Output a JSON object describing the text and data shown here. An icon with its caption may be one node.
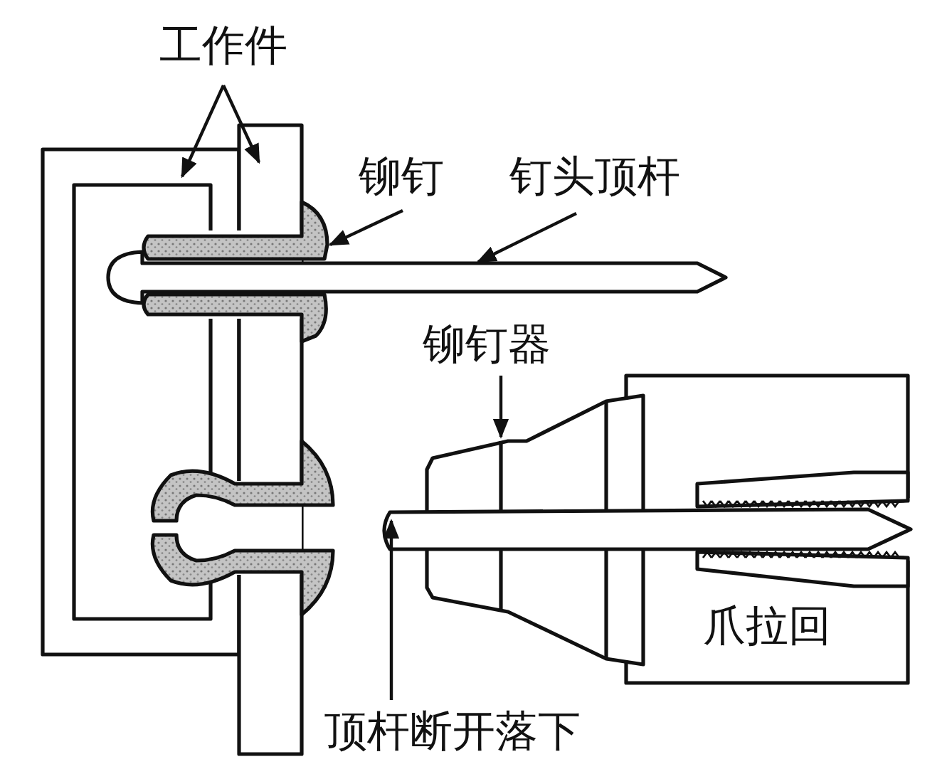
{
  "diagram": {
    "nodes": [
      {
        "text": [
          "工作件"
        ]
      },
      {
        "text": [],
        "shape": "box"
      },
      {
        "text": [],
        "shape": "box"
      },
      {
        "text": [
          "铆钉"
        ]
      },
      {
        "text": [],
        "shape": "picture"
      },
      {
        "text": [
          "钉头顶杆"
        ]
      },
      {
        "text": [],
        "shape": "picture"
      },
      {
        "text": [
          "铆钉器"
        ]
      },
      {
        "text": [],
        "shape": "picture"
      },
      {
        "text": [
          "顶杆断开落下"
        ]
      },
      {
        "text": [],
        "shape": "picture"
      }
    ],
    "edges": [
      {
        "from": 0,
        "to": 1,
        "arrow": "to"
      },
      {
        "from": 0,
        "to": 2,
        "arrow": "to"
      },
      {
        "from": 3,
        "to": 4,
        "arrow": "to"
      },
      {
        "from": 5,
        "to": 6,
        "arrow": "to"
      },
      {
        "from": 7,
        "to": 8,
        "arrow": "to"
      },
      {
        "from": 9,
        "to": 10,
        "arrow": "to"
      }
    ],
    "labels": [
      "爪拉回"
    ]
  }
}
